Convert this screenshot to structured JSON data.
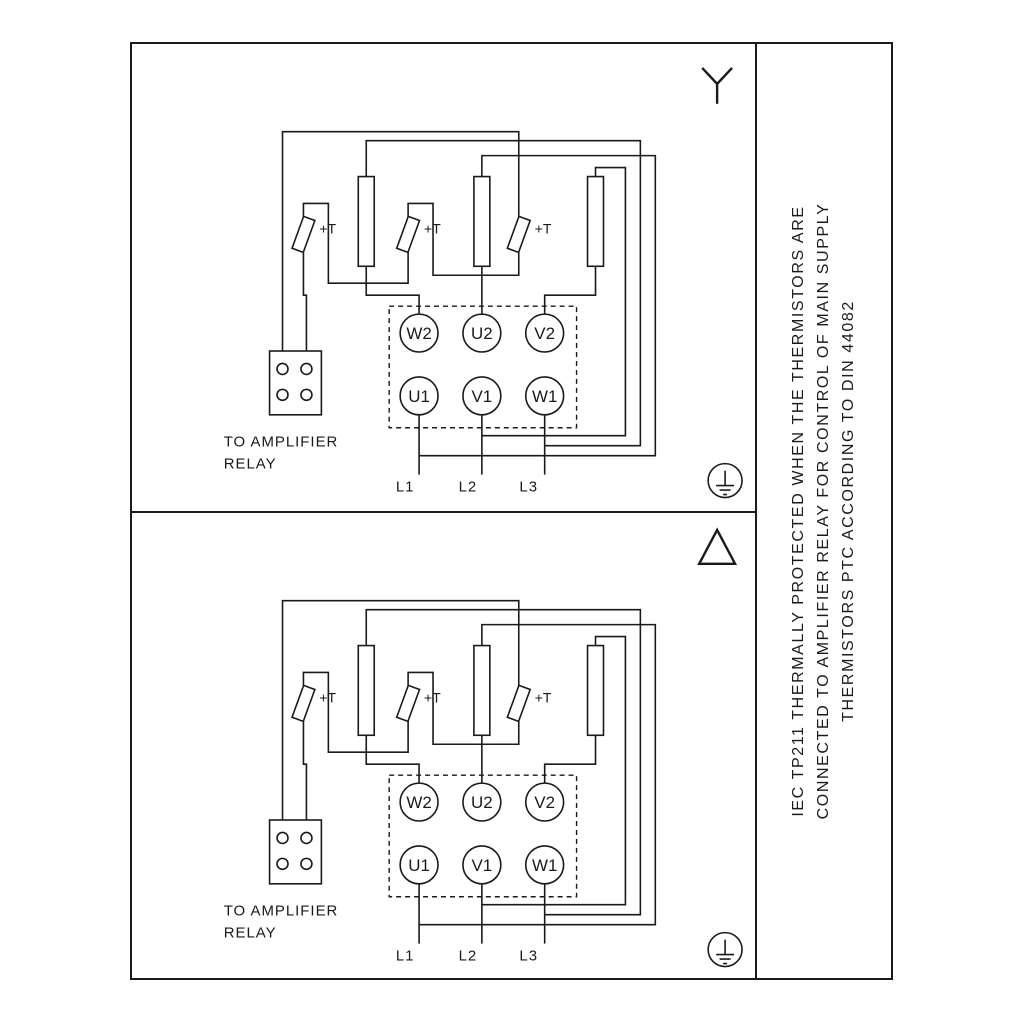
{
  "sidebar": {
    "lines": [
      "IEC TP211 THERMALLY PROTECTED WHEN THE THERMISTORS ARE",
      "CONNECTED TO AMPLIFIER RELAY FOR CONTROL OF MAIN SUPPLY",
      "THERMISTORS PTC ACCORDING TO DIN 44082"
    ]
  },
  "diagram": {
    "connection_top": "star",
    "connection_bottom": "delta",
    "terminals_top": [
      "W2",
      "U2",
      "V2"
    ],
    "terminals_bottom": [
      "U1",
      "V1",
      "W1"
    ],
    "supply_lines": [
      "L1",
      "L2",
      "L3"
    ],
    "thermistor_label": "+T",
    "relay_caption_line1": "TO AMPLIFIER",
    "relay_caption_line2": "RELAY",
    "colors": {
      "line": "#1a1a1a",
      "background": "#ffffff"
    }
  }
}
